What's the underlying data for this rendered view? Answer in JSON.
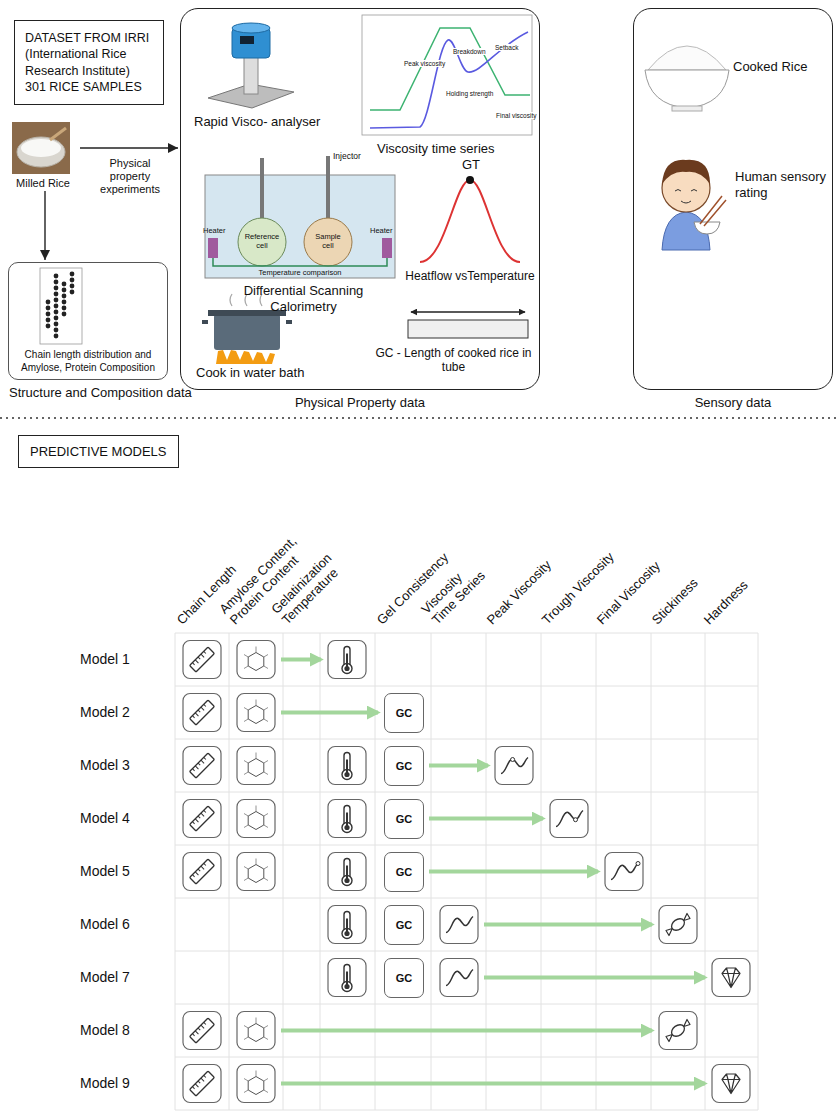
{
  "diagram": {
    "nodes": [
      {
        "text": [
          "DATASET FROM IRRI (International Rice Research Institute) 301 RICE SAMPLES"
        ]
      },
      {
        "text": [
          "Rapid Visco- analyser",
          "Viscosity time series",
          "Differential Scanning Calorimetry",
          "Heatflow vsTemperature",
          "Cook in water bath",
          "GC - Length of cooked rice in tube",
          "Physical Property data"
        ]
      },
      {
        "text": [
          "Cooked Rice",
          "Human sensory rating",
          "Sensory data"
        ]
      },
      {
        "text": [
          "Milled Rice"
        ]
      },
      {
        "text": [
          "Chain length distribution and Amylose, Protein Composition",
          "Structure and Composition data"
        ]
      },
      {
        "text": [
          "PREDICTIVE MODELS"
        ]
      },
      {
        "text": [
          "GC"
        ]
      },
      {
        "text": [
          "GC"
        ]
      },
      {
        "text": [
          "GC"
        ]
      },
      {
        "text": [
          "GC"
        ]
      },
      {
        "text": [
          "GC"
        ]
      },
      {
        "text": [
          "GC"
        ]
      }
    ],
    "edges": [
      {
        "from": 3,
        "to": 4,
        "arrow": "to"
      },
      {
        "from": 3,
        "to": 1,
        "arrow": "to",
        "label": "Physical property experiments"
      }
    ],
    "labels": [
      "Injector",
      "Reference cell",
      "Sample cell",
      "Heater",
      "Heater",
      "Temperature comparison",
      "GT",
      "Peak viscosity",
      "Breakdown",
      "Setback",
      "Holding strength",
      "Final viscosity",
      "Chain Length",
      "Amylose Content, Protein Content",
      "Gelatinization Temperature",
      "Gel Consistency",
      "Viscosity Time Series",
      "Peak Viscosity",
      "Trough Viscosity",
      "Final Viscosity",
      "Stickiness",
      "Hardness",
      "Model 1",
      "Model 2",
      "Model 3",
      "Model 4",
      "Model 5",
      "Model 6",
      "Model 7",
      "Model 8",
      "Model 9"
    ]
  }
}
